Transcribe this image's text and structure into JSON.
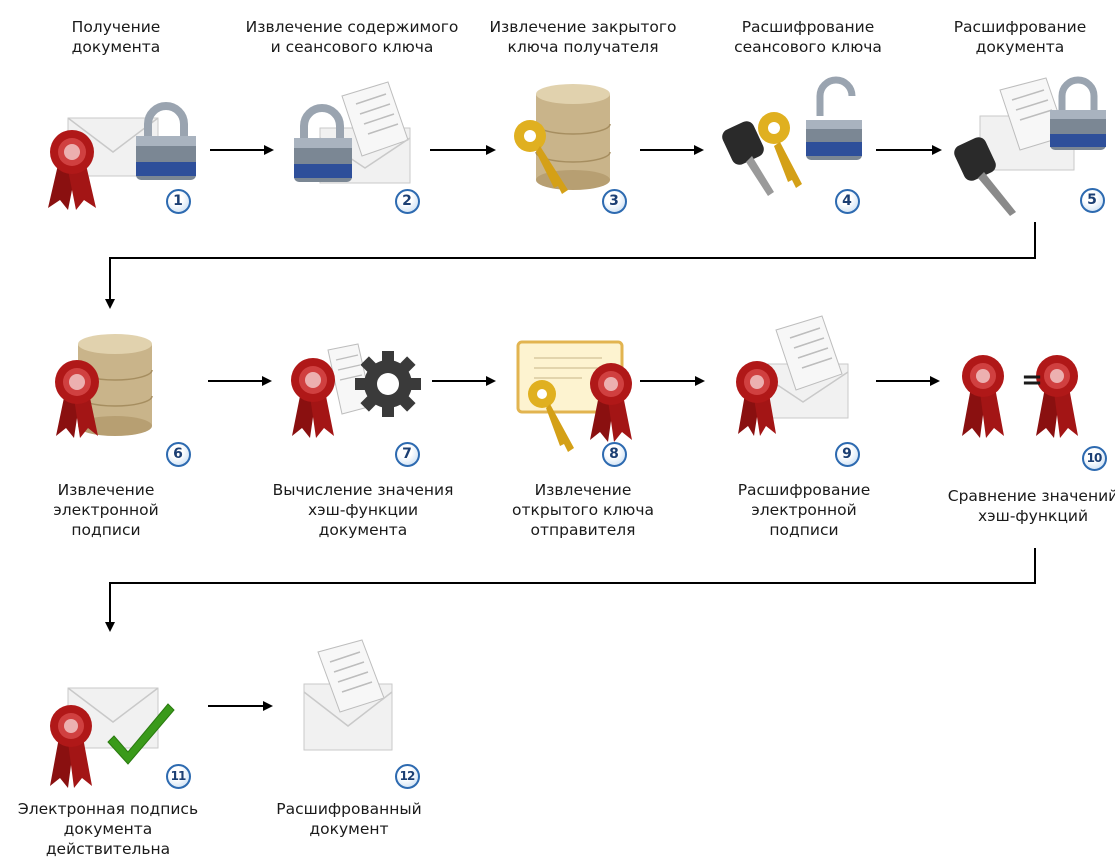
{
  "steps": [
    {
      "number": "1",
      "label": "Получение\nдокумента"
    },
    {
      "number": "2",
      "label": "Извлечение содержимого\nи сеансового ключа"
    },
    {
      "number": "3",
      "label": "Извлечение закрытого\nключа получателя"
    },
    {
      "number": "4",
      "label": "Расшифрование\nсеансового ключа"
    },
    {
      "number": "5",
      "label": "Расшифрование\nдокумента"
    },
    {
      "number": "6",
      "label": "Извлечение\nэлектронной\nподписи"
    },
    {
      "number": "7",
      "label": "Вычисление значения\nхэш-функции\nдокумента"
    },
    {
      "number": "8",
      "label": "Извлечение\nоткрытого ключа\nотправителя"
    },
    {
      "number": "9",
      "label": "Расшифрование\nэлектронной\nподписи"
    },
    {
      "number": "10",
      "label": "Сравнение значений\nхэш-функций"
    },
    {
      "number": "11",
      "label": "Электронная подпись\nдокумента\nдействительна"
    },
    {
      "number": "12",
      "label": "Расшифрованный\nдокумент"
    }
  ],
  "equals_sign": "=",
  "colors": {
    "arrow": "#000000",
    "badge_border": "#2d6ab0",
    "seal_red": "#b01818",
    "key_gold": "#e0b020",
    "key_dark": "#2a2a2a",
    "check_green": "#3a9a1a"
  }
}
